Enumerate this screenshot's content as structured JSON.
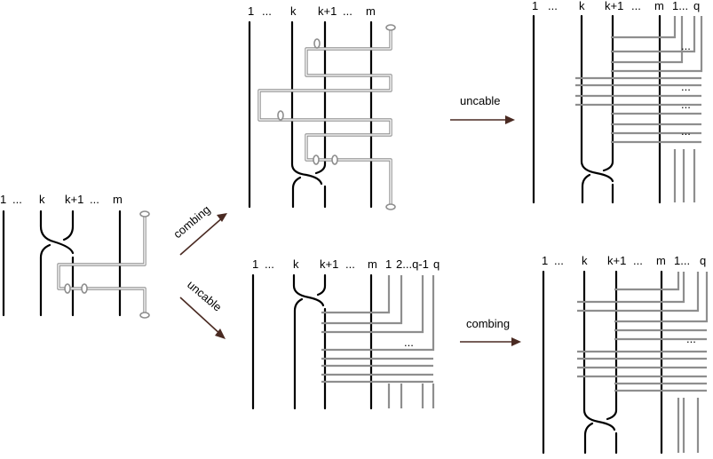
{
  "panels": {
    "initial": {
      "labels": [
        "1",
        "...",
        "k",
        "k+1",
        "...",
        "m"
      ]
    },
    "top_middle": {
      "labels": [
        "1",
        "...",
        "k",
        "k+1",
        "...",
        "m"
      ]
    },
    "top_right": {
      "labels": [
        "1",
        "...",
        "k",
        "k+1",
        "...",
        "m",
        "1...",
        "q"
      ],
      "dots": [
        "...",
        "...",
        "...",
        "..."
      ]
    },
    "bottom_middle": {
      "labels": [
        "1",
        "...",
        "k",
        "k+1",
        "...",
        "m",
        "1",
        "2...q-1",
        "q"
      ],
      "dots": [
        "..."
      ]
    },
    "bottom_right": {
      "labels": [
        "1",
        "...",
        "k",
        "k+1",
        "...",
        "m",
        "1...",
        "q"
      ],
      "dots": [
        "..."
      ]
    }
  },
  "arrows": {
    "combing_up": "combing",
    "uncable_down": "uncable",
    "uncable_top": "uncable",
    "combing_bottom": "combing"
  },
  "colors": {
    "strand": "#000000",
    "cable": "#8e8e8e",
    "arrow": "#4a2a22"
  }
}
